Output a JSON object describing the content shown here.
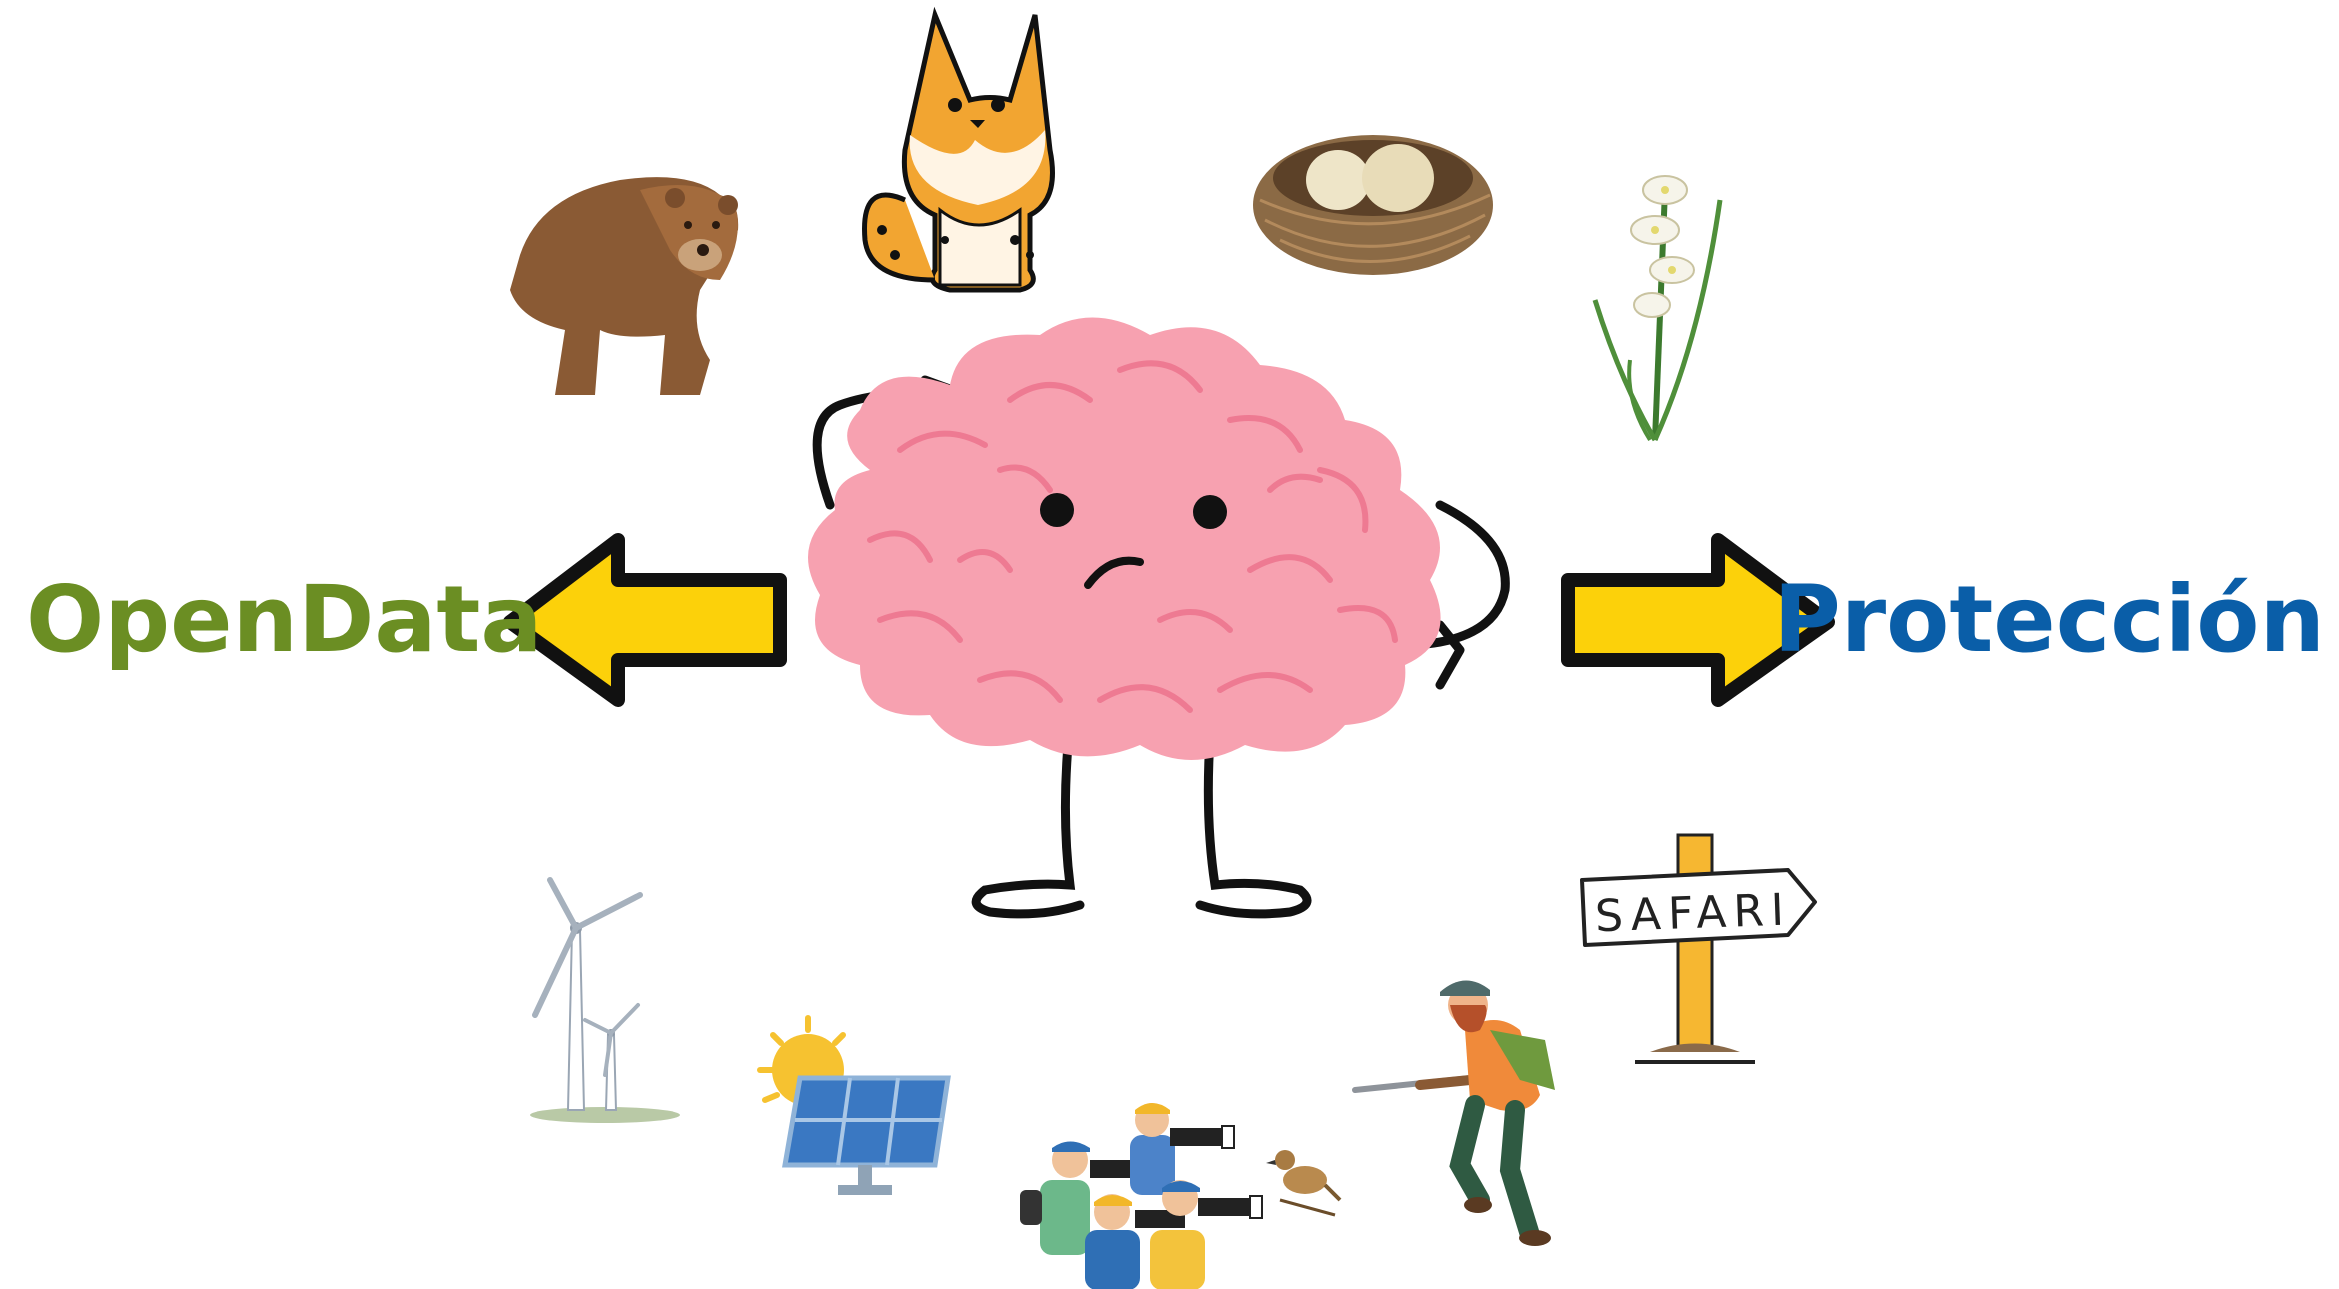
{
  "labels": {
    "left": "OpenData",
    "right": "Protección"
  },
  "sign_text": "SAFARI",
  "colors": {
    "left_label": "#6b8e23",
    "right_label": "#0a5ea8",
    "arrow_fill": "#fcd10a",
    "brain": "#f7a1b0",
    "brain_line": "#ee7a92",
    "outline": "#111111"
  },
  "icons": {
    "top": [
      "bear-icon",
      "lynx-icon",
      "bird-nest-eggs-icon",
      "white-lily-flower-icon"
    ],
    "bottom": [
      "wind-turbines-icon",
      "solar-panel-icon",
      "wildlife-photographers-icon",
      "hunter-icon",
      "safari-signpost-icon"
    ],
    "center": "confused-brain-icon",
    "arrows": [
      "left-arrow-icon",
      "right-arrow-icon"
    ]
  }
}
